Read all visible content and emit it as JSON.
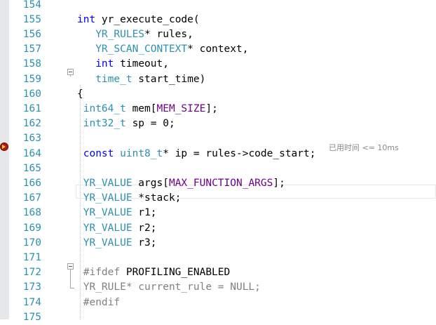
{
  "editor": {
    "line_numbers": [
      "154",
      "155",
      "156",
      "157",
      "158",
      "159",
      "160",
      "161",
      "162",
      "163",
      "164",
      "165",
      "166",
      "167",
      "168",
      "169",
      "170",
      "171",
      "172",
      "173",
      "174",
      "175"
    ],
    "code_lines": [
      [],
      [
        {
          "t": "int",
          "c": "kw"
        },
        {
          "t": " yr_execute_code(",
          "c": ""
        }
      ],
      [
        {
          "t": "   YR_RULES",
          "c": "ty"
        },
        {
          "t": "* rules,",
          "c": ""
        }
      ],
      [
        {
          "t": "   YR_SCAN_CONTEXT",
          "c": "ty"
        },
        {
          "t": "* context,",
          "c": ""
        }
      ],
      [
        {
          "t": "   ",
          "c": ""
        },
        {
          "t": "int",
          "c": "kw"
        },
        {
          "t": " timeout,",
          "c": ""
        }
      ],
      [
        {
          "t": "   time_t",
          "c": "ty"
        },
        {
          "t": " start_time)",
          "c": ""
        }
      ],
      [
        {
          "t": "{",
          "c": ""
        }
      ],
      [
        {
          "t": " int64_t",
          "c": "ty"
        },
        {
          "t": " mem[",
          "c": ""
        },
        {
          "t": "MEM_SIZE",
          "c": "mac"
        },
        {
          "t": "];",
          "c": ""
        }
      ],
      [
        {
          "t": " int32_t",
          "c": "ty"
        },
        {
          "t": " sp = 0;",
          "c": ""
        }
      ],
      [],
      [
        {
          "t": " ",
          "c": ""
        },
        {
          "t": "const",
          "c": "kw"
        },
        {
          "t": " ",
          "c": ""
        },
        {
          "t": "uint8_t",
          "c": "ty"
        },
        {
          "t": "* ip = rules->code_start;",
          "c": ""
        }
      ],
      [],
      [
        {
          "t": " YR_VALUE",
          "c": "ty"
        },
        {
          "t": " args[",
          "c": ""
        },
        {
          "t": "MAX_FUNCTION_ARGS",
          "c": "mac"
        },
        {
          "t": "];",
          "c": ""
        }
      ],
      [
        {
          "t": " YR_VALUE",
          "c": "ty"
        },
        {
          "t": " *stack;",
          "c": ""
        }
      ],
      [
        {
          "t": " YR_VALUE",
          "c": "ty"
        },
        {
          "t": " r1;",
          "c": ""
        }
      ],
      [
        {
          "t": " YR_VALUE",
          "c": "ty"
        },
        {
          "t": " r2;",
          "c": ""
        }
      ],
      [
        {
          "t": " YR_VALUE",
          "c": "ty"
        },
        {
          "t": " r3;",
          "c": ""
        }
      ],
      [],
      [
        {
          "t": " #ifdef",
          "c": "pp"
        },
        {
          "t": " PROFILING_ENABLED",
          "c": ""
        }
      ],
      [
        {
          "t": " YR_RULE* current_rule = NULL;",
          "c": "dim"
        }
      ],
      [
        {
          "t": " #endif",
          "c": "pp"
        }
      ],
      []
    ],
    "perf_tip": "已用时间 <= 10ms",
    "breakpoint_icon": "execution-pointer-icon",
    "colors": {
      "keyword": "#0000ff",
      "type": "#2b91af",
      "macro": "#6f008a",
      "preprocessor": "#808080",
      "line_number": "#2b91af"
    }
  }
}
